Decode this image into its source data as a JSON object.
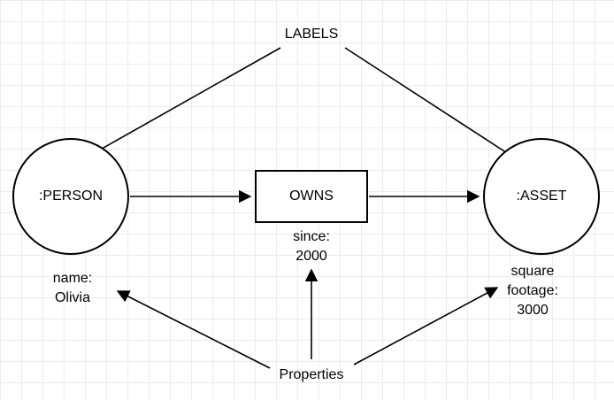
{
  "diagram": {
    "labels_heading": "LABELS",
    "properties_heading": "Properties",
    "person": {
      "label": ":PERSON",
      "property_key": "name:",
      "property_value": "Olivia"
    },
    "asset": {
      "label": ":ASSET",
      "property_key": "square footage:",
      "property_value": "3000"
    },
    "relationship": {
      "label": "OWNS",
      "property_key": "since:",
      "property_value": "2000"
    }
  },
  "colors": {
    "background": "#ffffff",
    "grid_line": "#ececec",
    "shape_fill": "#ffffff",
    "stroke": "#000000",
    "text": "#000000"
  }
}
